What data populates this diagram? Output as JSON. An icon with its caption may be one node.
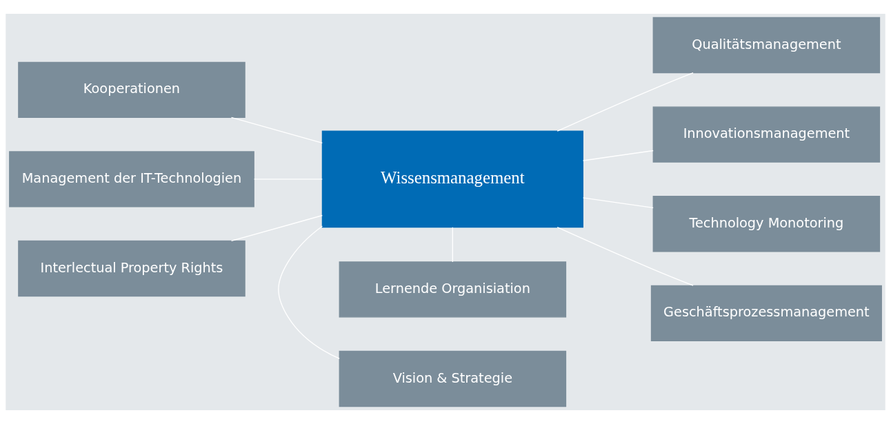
{
  "diagram": {
    "nodes": [
      {
        "text": [
          "Kooperationen"
        ]
      },
      {
        "text": [
          "Vision & Strategie"
        ]
      },
      {
        "text": [
          "Qualitätsmanagement"
        ]
      },
      {
        "text": [
          "Innovationsmanagement"
        ]
      },
      {
        "text": [
          "Management der IT-Technologien"
        ]
      },
      {
        "text": [
          "Wissensmanagement"
        ]
      },
      {
        "text": [
          "Technology Monotoring"
        ]
      },
      {
        "text": [
          "Interlectual Property Rights"
        ]
      },
      {
        "text": [
          "Lernende Organisiation"
        ]
      },
      {
        "text": [
          "Geschäftsprozessmanagement"
        ]
      }
    ],
    "edges": [
      {
        "from": 0,
        "to": 5,
        "arrow": "none",
        "color": "#ffffff"
      },
      {
        "from": 4,
        "to": 5,
        "arrow": "none",
        "color": "#ffffff"
      },
      {
        "from": 7,
        "to": 5,
        "arrow": "none",
        "color": "#ffffff"
      },
      {
        "from": 5,
        "to": 1,
        "arrow": "none",
        "color": "#ffffff"
      },
      {
        "from": 5,
        "to": 8,
        "arrow": "none",
        "color": "#ffffff"
      },
      {
        "from": 5,
        "to": 2,
        "arrow": "none",
        "color": "#ffffff"
      },
      {
        "from": 5,
        "to": 3,
        "arrow": "none",
        "color": "#ffffff"
      },
      {
        "from": 5,
        "to": 6,
        "arrow": "none",
        "color": "#ffffff"
      },
      {
        "from": 5,
        "to": 9,
        "arrow": "none",
        "color": "#ffffff"
      }
    ]
  }
}
